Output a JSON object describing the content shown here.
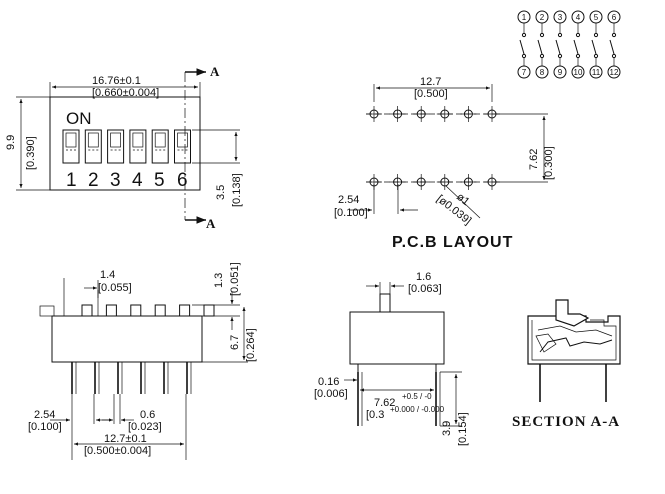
{
  "top_view": {
    "width_mm": "16.76±0.1",
    "width_in": "[0.660±0.004]",
    "height_mm": "9.9",
    "height_in": "[0.390]",
    "on_label": "ON",
    "switch_numbers": [
      "1",
      "2",
      "3",
      "4",
      "5",
      "6"
    ],
    "section_marker_top": "A",
    "section_marker_bottom": "A",
    "side_mm": "3.5",
    "side_in": "[0.138]"
  },
  "pcb_layout": {
    "title": "P.C.B  LAYOUT",
    "row_span_mm": "12.7",
    "row_span_in": "[0.500]",
    "row_gap_mm": "7.62",
    "row_gap_in": "[0.300]",
    "pitch_mm": "2.54",
    "pitch_in": "[0.100]",
    "hole_mm": "ø1",
    "hole_in": "[ø0.039]"
  },
  "schematic": {
    "top_pins": [
      "1",
      "2",
      "3",
      "4",
      "5",
      "6"
    ],
    "bottom_pins": [
      "7",
      "8",
      "9",
      "10",
      "11",
      "12"
    ]
  },
  "front_view": {
    "actuator_mm": "1.4",
    "actuator_in": "[0.055]",
    "actuator_h_mm": "1.3",
    "actuator_h_in": "[0.051]",
    "body_h_mm": "6.7",
    "body_h_in": "[0.264]",
    "pitch_mm": "2.54",
    "pitch_in": "[0.100]",
    "pin_w_mm": "0.6",
    "pin_w_in": "[0.023]",
    "span_mm": "12.7±0.1",
    "span_in": "[0.500±0.004]"
  },
  "side_view": {
    "top_mm": "1.6",
    "top_in": "[0.063]",
    "pin_t_mm": "0.16",
    "pin_t_in": "[0.006]",
    "row_mm": "7.62",
    "row_mm_tol": "+0.5 / -0",
    "row_in": "[0.3",
    "row_in_tol": "+0.000 / -0.000",
    "pin_len_mm": "3.9",
    "pin_len_in": "[0.154]"
  },
  "section": {
    "label": "SECTION  A-A"
  }
}
